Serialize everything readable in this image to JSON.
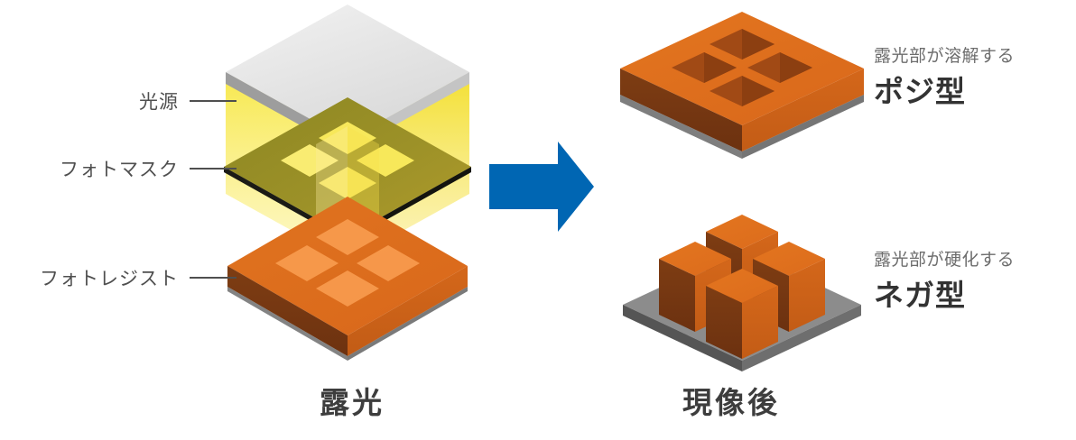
{
  "diagram": {
    "title_left": "露光",
    "title_right": "現像後",
    "annotations": [
      {
        "label": "光源",
        "target": "light-source"
      },
      {
        "label": "フォトマスク",
        "target": "photomask"
      },
      {
        "label": "フォトレジスト",
        "target": "photoresist"
      }
    ],
    "results": [
      {
        "description": "露光部が溶解する",
        "name": "ポジ型",
        "target": "positive-resist"
      },
      {
        "description": "露光部が硬化する",
        "name": "ネガ型",
        "target": "negative-resist"
      }
    ],
    "arrow": {
      "name": "process-arrow",
      "direction": "right"
    },
    "colors": {
      "arrow_blue": "#0066b3",
      "resist_top": "#e2711e",
      "resist_left": "#7a3a12",
      "resist_right": "#d2661a",
      "exposed_patch": "#f59a4e",
      "mask_plate": "#8a8222",
      "light_beam": "#f5e23c",
      "source_plate": "#e3e3e3",
      "substrate_gray": "#8c8c8c",
      "label_text": "#4f4f4f",
      "caption_text": "#3d3d3d"
    }
  }
}
